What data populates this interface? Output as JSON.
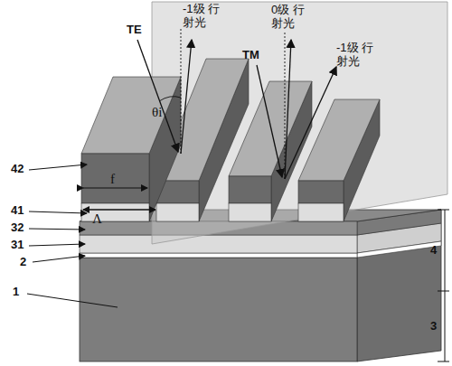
{
  "diagram": {
    "labels": [
      "TE",
      "-1级 行射光",
      "TM",
      "0级 行射光",
      "-1级 行射光",
      "θi",
      "f",
      "Λ",
      "42",
      "41",
      "32",
      "31",
      "2",
      "1",
      "4",
      "3"
    ]
  }
}
